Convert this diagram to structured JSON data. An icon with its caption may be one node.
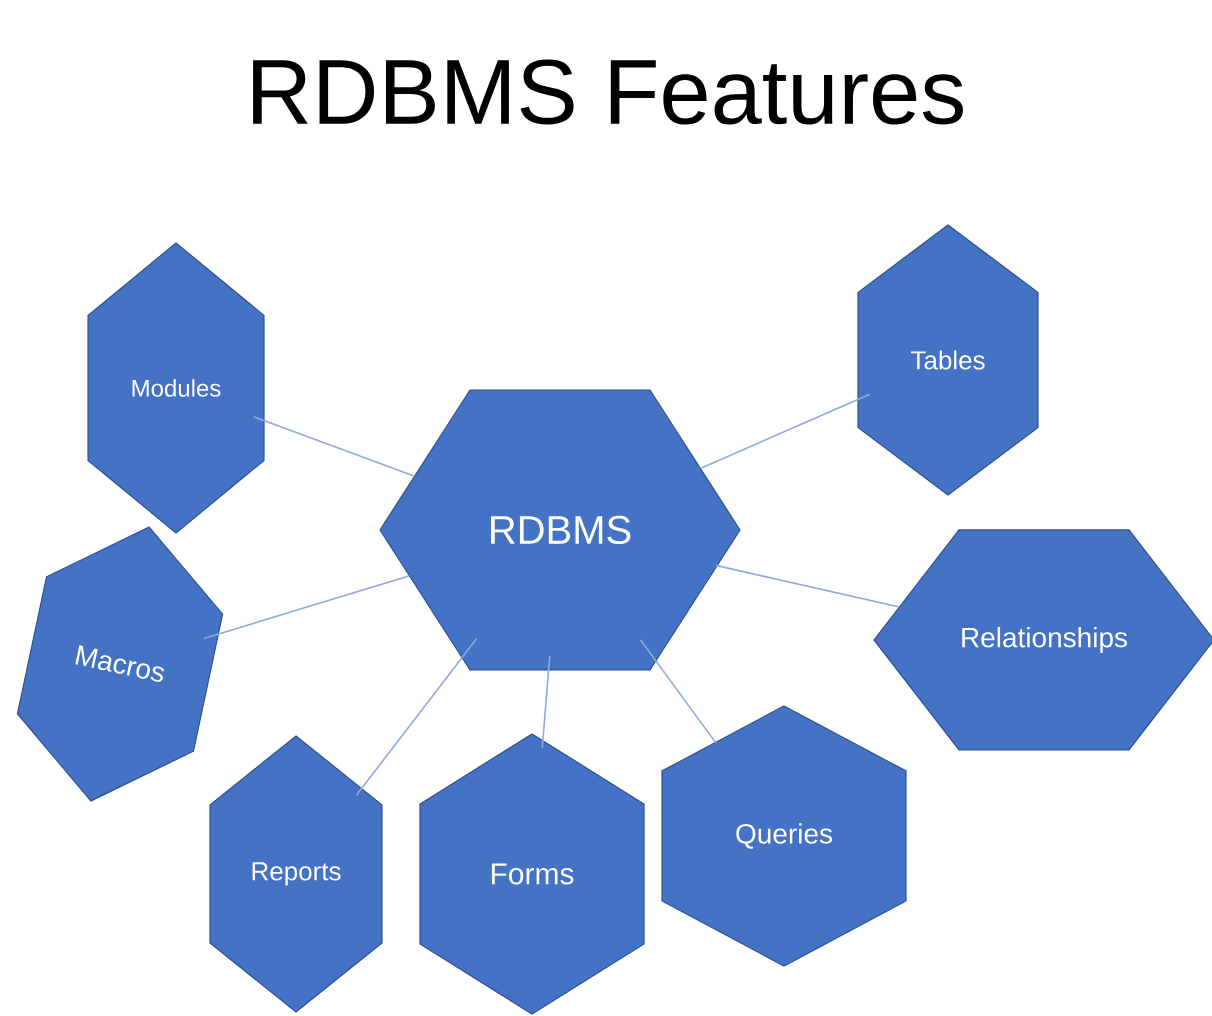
{
  "diagram": {
    "title": "RDBMS Features",
    "nodes": [
      {
        "text": [
          "RDBMS"
        ]
      },
      {
        "text": [
          "Modules"
        ]
      },
      {
        "text": [
          "Tables"
        ]
      },
      {
        "text": [
          "Macros"
        ]
      },
      {
        "text": [
          "Relationships"
        ]
      },
      {
        "text": [
          "Reports"
        ]
      },
      {
        "text": [
          "Forms"
        ]
      },
      {
        "text": [
          "Queries"
        ]
      }
    ],
    "edges": [
      {
        "from": 0,
        "to": 1,
        "arrow": "none"
      },
      {
        "from": 0,
        "to": 2,
        "arrow": "none"
      },
      {
        "from": 0,
        "to": 3,
        "arrow": "none"
      },
      {
        "from": 0,
        "to": 4,
        "arrow": "none"
      },
      {
        "from": 0,
        "to": 5,
        "arrow": "none"
      },
      {
        "from": 0,
        "to": 6,
        "arrow": "none"
      },
      {
        "from": 0,
        "to": 7,
        "arrow": "none"
      }
    ]
  }
}
